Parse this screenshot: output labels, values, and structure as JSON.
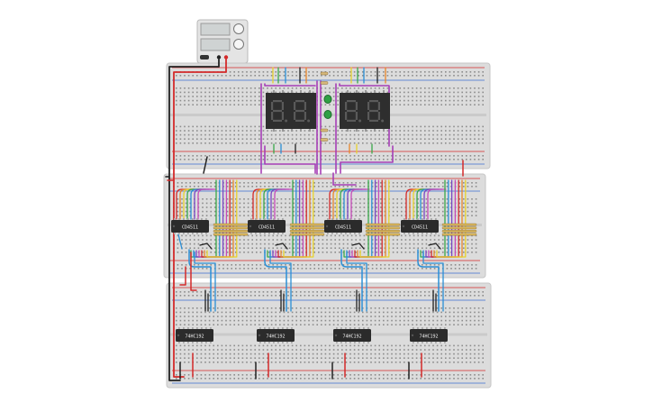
{
  "colors": {
    "background": "#ffffff",
    "breadboard": "#dcdcdc",
    "breadboard_hole": "#8c8c8c",
    "rail_red": "#d42a2a",
    "rail_blue": "#3b6fd1",
    "chip": "#2b2b2b",
    "display_body": "#2e2e2e",
    "segment_off": "#5a5a5a",
    "wire_purple": "#a63fb6",
    "wire_black": "#222222",
    "wire_red": "#d42a2a",
    "wire_blue": "#2b8fd6",
    "led_green": "#2fa044",
    "psu_body": "#e4e4e4",
    "psu_screen": "#cfd3d3"
  },
  "power_supply": {
    "name": "dc-power-supply",
    "knob_icon": "knob-icon"
  },
  "displays": [
    {
      "name": "seven-segment-display-1",
      "digits": [
        "8.",
        "8."
      ]
    },
    {
      "name": "seven-segment-display-2",
      "digits": [
        "8.",
        "8."
      ]
    }
  ],
  "decoder_chips": [
    {
      "label": "CD4511"
    },
    {
      "label": "CD4511"
    },
    {
      "label": "CD4511"
    },
    {
      "label": "CD4511"
    }
  ],
  "counter_chips": [
    {
      "label": "74HC192"
    },
    {
      "label": "74HC192"
    },
    {
      "label": "74HC192"
    },
    {
      "label": "74HC192"
    }
  ],
  "rainbow_colors": [
    "#d42a2a",
    "#e8862a",
    "#e7d22c",
    "#3aa84a",
    "#2b8fd6",
    "#7a47c4",
    "#c64ab9"
  ]
}
